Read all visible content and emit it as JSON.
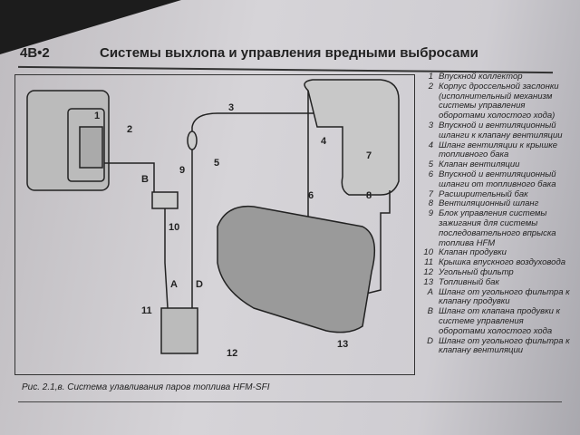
{
  "header": {
    "page_number": "4B•2",
    "title": "Системы выхлопа и управления вредными выбросами"
  },
  "diagram_labels": [
    "1",
    "2",
    "3",
    "4",
    "5",
    "6",
    "7",
    "8",
    "9",
    "10",
    "11",
    "12",
    "13",
    "A",
    "B",
    "D"
  ],
  "legend": [
    {
      "n": "1",
      "text": "Впускной коллектор"
    },
    {
      "n": "2",
      "text": "Корпус дроссельной заслонки (исполнительный механизм системы управления оборотами холостого хода)"
    },
    {
      "n": "3",
      "text": "Впускной и вентиляционный шланги к клапану вентиляции"
    },
    {
      "n": "4",
      "text": "Шланг вентиляции к крышке топливного бака"
    },
    {
      "n": "5",
      "text": "Клапан вентиляции"
    },
    {
      "n": "6",
      "text": "Впускной и вентиляционный шланги от топливного бака"
    },
    {
      "n": "7",
      "text": "Расширительный бак"
    },
    {
      "n": "8",
      "text": "Вентиляционный шланг"
    },
    {
      "n": "9",
      "text": "Блок управления системы зажигания для системы последовательного впрыска топлива HFM"
    },
    {
      "n": "10",
      "text": "Клапан продувки"
    },
    {
      "n": "11",
      "text": "Крышка впускного воздуховода"
    },
    {
      "n": "12",
      "text": "Угольный фильтр"
    },
    {
      "n": "13",
      "text": "Топливный бак"
    },
    {
      "n": "A",
      "text": "Шланг от угольного фильтра к клапану продувки"
    },
    {
      "n": "B",
      "text": "Шланг от клапана продувки к системе управления оборотами холостого хода"
    },
    {
      "n": "D",
      "text": "Шланг от угольного фильтра к клапану вентиляции"
    }
  ],
  "caption": "Рис. 2.1,в. Система улавливания паров топлива HFM-SFI"
}
